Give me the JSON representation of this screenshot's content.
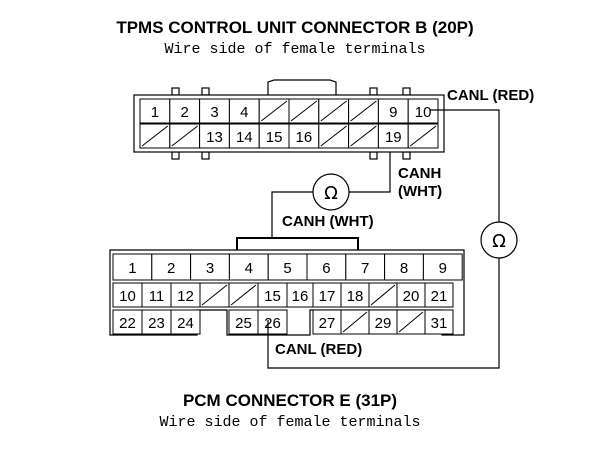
{
  "top_connector": {
    "title": "TPMS CONTROL UNIT CONNECTOR B (20P)",
    "subtitle": "Wire side of female terminals",
    "row1": [
      "1",
      "2",
      "3",
      "4",
      "",
      "",
      "",
      "",
      "9",
      "10"
    ],
    "row2": [
      "",
      "",
      "13",
      "14",
      "15",
      "16",
      "",
      "",
      "19",
      ""
    ]
  },
  "bottom_connector": {
    "title": "PCM CONNECTOR E (31P)",
    "subtitle": "Wire side of female terminals",
    "row1": [
      "1",
      "2",
      "3",
      "4",
      "5",
      "6",
      "7",
      "8",
      "9"
    ],
    "row2": [
      "10",
      "11",
      "12",
      "",
      "",
      "15",
      "16",
      "17",
      "18",
      "",
      "20",
      "21"
    ],
    "row3": [
      "22",
      "23",
      "24",
      "",
      "25",
      "26",
      "",
      "27",
      "",
      "29",
      "",
      "31"
    ]
  },
  "labels": {
    "canl_red_top": "CANL (RED)",
    "canh_line1": "CANH",
    "canh_line2": "(WHT)",
    "canh_wht": "CANH (WHT)",
    "canl_red_bottom": "CANL (RED)"
  },
  "meters": {
    "symbol": "Ω"
  }
}
